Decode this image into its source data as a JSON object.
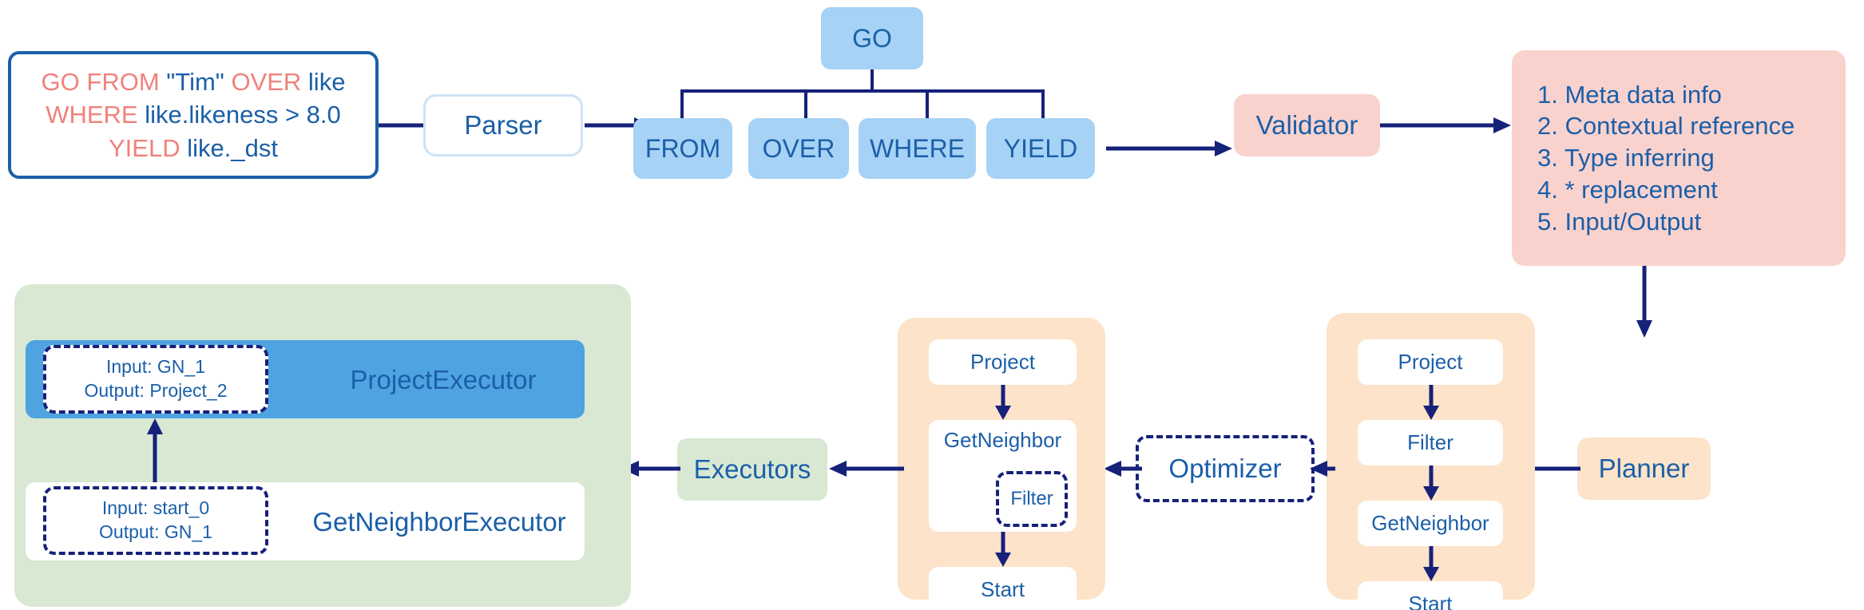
{
  "query": {
    "tokens": [
      {
        "t": "GO",
        "k": true
      },
      {
        "t": " ",
        "k": false
      },
      {
        "t": "FROM",
        "k": true
      },
      {
        "t": " ",
        "k": false
      },
      {
        "t": "\"Tim\"",
        "k": false
      },
      {
        "t": " ",
        "k": false
      },
      {
        "t": "OVER",
        "k": true
      },
      {
        "t": " ",
        "k": false
      },
      {
        "t": "like",
        "k": false
      }
    ],
    "line1_kw1": "GO",
    "line1_kw2": "FROM",
    "line1_val": "\"Tim\"",
    "line1_kw3": "OVER",
    "line1_id": "like",
    "line2_kw": "WHERE",
    "line2_expr": "like.likeness > 8.0",
    "line3_kw": "YIELD",
    "line3_id": "like._dst"
  },
  "parser": {
    "label": "Parser"
  },
  "ast": {
    "root": "GO",
    "children": [
      "FROM",
      "OVER",
      "WHERE",
      "YIELD"
    ]
  },
  "validator": {
    "label": "Validator",
    "rules": [
      "1. Meta data info",
      "2. Contextual reference",
      "3. Type inferring",
      "4. * replacement",
      "5. Input/Output"
    ]
  },
  "planner": {
    "label": "Planner",
    "plan": [
      "Project",
      "Filter",
      "GetNeighbor",
      "Start"
    ]
  },
  "optimizer": {
    "label": "Optimizer",
    "plan": [
      "Project",
      "GetNeighbor",
      "Start"
    ],
    "nested_filter": "Filter"
  },
  "executors": {
    "label": "Executors",
    "items": [
      {
        "name": "ProjectExecutor",
        "input": "Input: GN_1",
        "output": "Output: Project_2"
      },
      {
        "name": "GetNeighborExecutor",
        "input": "Input: start_0",
        "output": "Output: GN_1"
      }
    ]
  },
  "colors": {
    "accent_blue": "#1B5FA8",
    "arrow_navy": "#16217A",
    "keyword_red": "#F0827B",
    "ast_blue": "#A6D2F6",
    "pink": "#F9D2CE",
    "orange": "#FCE3C9",
    "green": "#D8E8D2",
    "exec_blue": "#4FA3E0"
  }
}
